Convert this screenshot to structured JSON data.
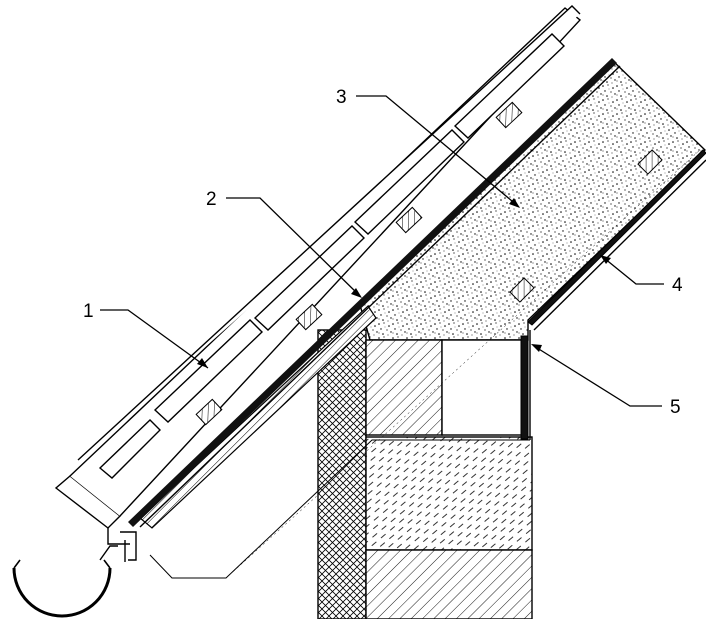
{
  "callouts": [
    {
      "number": "1"
    },
    {
      "number": "2"
    },
    {
      "number": "3"
    },
    {
      "number": "4"
    },
    {
      "number": "5"
    }
  ],
  "colors": {
    "line": "#000000",
    "background": "#ffffff",
    "membrane": "#111111"
  }
}
